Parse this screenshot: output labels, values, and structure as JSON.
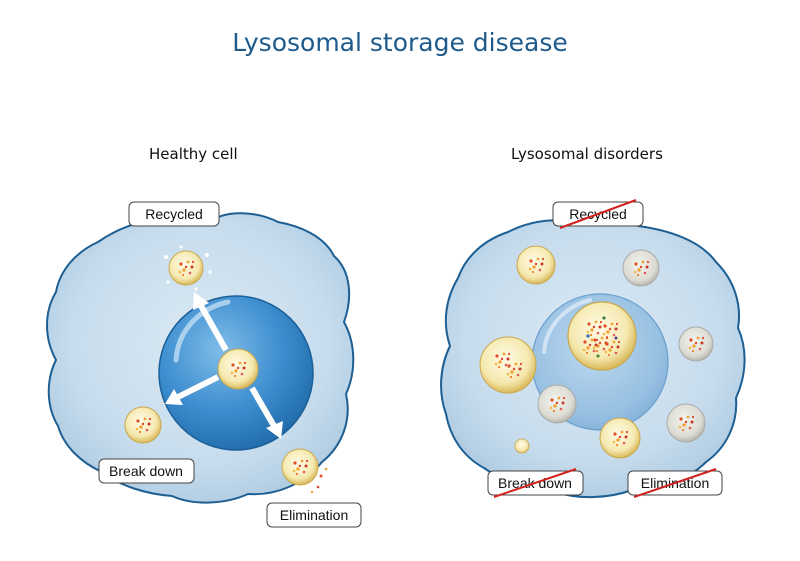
{
  "title": "Lysosomal storage disease",
  "healthy": {
    "heading": "Healthy cell",
    "labels": {
      "recycled": "Recycled",
      "break_down": "Break down",
      "elimination": "Elimination"
    }
  },
  "disorder": {
    "heading": "Lysosomal disorders",
    "labels": {
      "recycled": "Recycled",
      "break_down": "Break down",
      "elimination": "Elimination"
    }
  },
  "colors": {
    "title": "#1e5b8c",
    "cytoplasm": "#c6dced",
    "cell_outline": "#1d5f93",
    "nucleus": "#3f8fd0",
    "lysosome": "#f5e9b0",
    "lysosome_rim": "#d9b85a",
    "arrow": "#ffffff",
    "strike": "#d0231f"
  }
}
